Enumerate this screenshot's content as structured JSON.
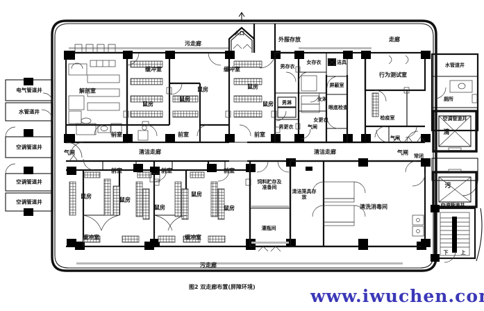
{
  "figure": {
    "caption": "图2 双走廊布置(屏障环境)",
    "watermark": "www.iwuchen.com",
    "accent_color": "#3b38b8",
    "line_color": "#111111",
    "wall_fill": "#000000",
    "background": "#ffffff"
  },
  "corridors": {
    "dirty_top": "污走廊",
    "dirty_bottom": "污走廊",
    "clean_left": "清洁走廊",
    "clean_right": "清洁走廊",
    "outer_right": "走廊"
  },
  "entrance": {
    "label": "入口"
  },
  "left_shafts": [
    {
      "label": "电气管道井"
    },
    {
      "label": "水管道井"
    },
    {
      "label": "空调管道井"
    },
    {
      "label": "空调管道井"
    },
    {
      "label": "空调管道井"
    }
  ],
  "right_shafts": [
    {
      "label": "水管道井"
    },
    {
      "label": "厕所"
    },
    {
      "label": "空调管道井"
    },
    {
      "label": "空调管道井"
    }
  ],
  "lifts": [
    {
      "label": "清"
    },
    {
      "label": "污"
    }
  ],
  "stair": {
    "down_label": "下",
    "up_label": "上"
  },
  "rooms_top": [
    {
      "label": "解剖室"
    },
    {
      "label": "鼠房"
    },
    {
      "label": "鼠房"
    },
    {
      "label": "鼠房"
    },
    {
      "label": "鼠房"
    },
    {
      "label": "鼠房"
    },
    {
      "label": "缓冲室"
    },
    {
      "label": "缓冲室"
    },
    {
      "label": "前室"
    },
    {
      "label": "前室"
    },
    {
      "label": "前室"
    },
    {
      "label": "气闸"
    },
    {
      "label": "气闸"
    },
    {
      "label": "外服存放"
    },
    {
      "label": "男存衣"
    },
    {
      "label": "女存衣"
    },
    {
      "label": "女淋"
    },
    {
      "label": "男淋"
    },
    {
      "label": "女更衣"
    },
    {
      "label": "男更衣"
    },
    {
      "label": "气闸"
    },
    {
      "label": "洁具"
    },
    {
      "label": "屏蔽室"
    },
    {
      "label": "眼底检查"
    },
    {
      "label": "行为测试室"
    },
    {
      "label": "检疫室"
    },
    {
      "label": "气闸"
    },
    {
      "label": "常闭"
    }
  ],
  "rooms_bottom": [
    {
      "label": "前室"
    },
    {
      "label": "前室"
    },
    {
      "label": "前室"
    },
    {
      "label": "鼠房"
    },
    {
      "label": "鼠房"
    },
    {
      "label": "鼠房"
    },
    {
      "label": "鼠房"
    },
    {
      "label": "鼠房"
    },
    {
      "label": "缓冲室"
    },
    {
      "label": "缓冲室"
    },
    {
      "label": "饲料贮存及准备间"
    },
    {
      "label": "灌瓶间"
    },
    {
      "label": "清洁笼具存放"
    },
    {
      "label": "清洗消毒间"
    }
  ],
  "labels": {
    "dissection": "解剖室",
    "mouse_room": "鼠房",
    "buffer": "缓冲室",
    "ante": "前室",
    "airlock": "气闸",
    "dirty_corridor": "污走廊",
    "clean_corridor": "清洁走廊",
    "corridor": "走廊",
    "outer_clothes": "外服存放",
    "male_store": "男存衣",
    "female_store": "女存衣",
    "female_shower": "女淋",
    "male_shower": "男淋",
    "female_change": "女更衣",
    "male_change": "男更衣",
    "clean_tools": "洁具",
    "shield_room": "屏蔽室",
    "fundus_exam": "眼底检查",
    "behavior_test": "行为测试室",
    "quarantine": "检疫室",
    "normally_closed": "常闭",
    "feed_store": "饲料贮存<br>及准备间",
    "bottle_filling": "灌瓶间",
    "clean_cage_store": "清洁笼具<br>存放",
    "wash_disinfect": "清洗消毒间",
    "wc": "厕所",
    "elec_shaft": "电气管道井",
    "water_shaft": "水管道井",
    "hvac_shaft": "空调管道井",
    "lift_clean": "清",
    "lift_dirty": "污",
    "stair_down": "下",
    "stair_up": "上",
    "entrance": "入口"
  }
}
